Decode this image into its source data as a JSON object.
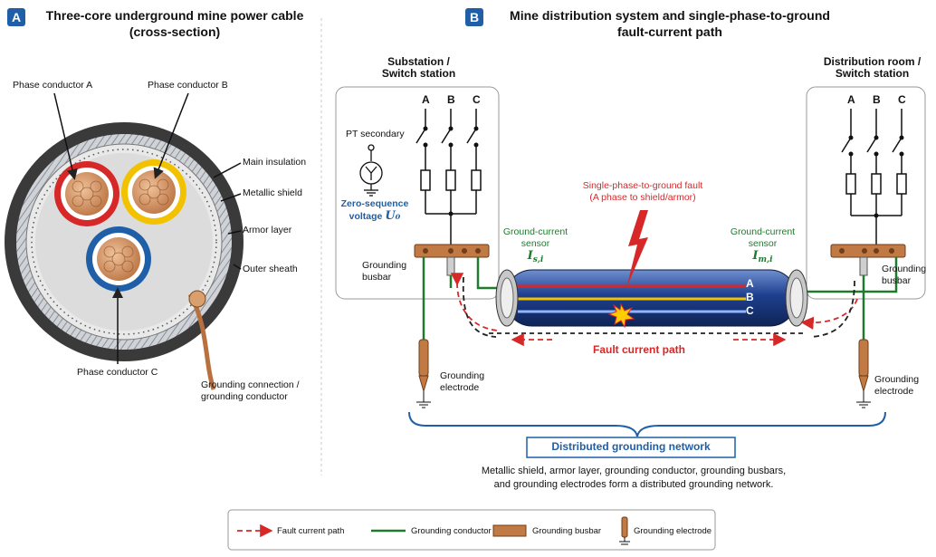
{
  "panel_a": {
    "tag": "A",
    "title_line1": "Three-core underground mine power cable",
    "title_line2": "(cross-section)",
    "labels": {
      "phase_a": "Phase conductor A",
      "phase_b": "Phase conductor B",
      "phase_c": "Phase conductor C",
      "main_insulation": "Main insulation",
      "metallic_shield": "Metallic shield",
      "armor_layer": "Armor layer",
      "outer_sheath": "Outer sheath",
      "grounding_line1": "Grounding connection /",
      "grounding_line2": "grounding conductor"
    }
  },
  "panel_b": {
    "tag": "B",
    "title_line1": "Mine distribution system and single-phase-to-ground",
    "title_line2": "fault-current path",
    "substation_line1": "Substation /",
    "substation_line2": "Switch station",
    "distroom_line1": "Distribution room /",
    "distroom_line2": "Switch station",
    "phases": [
      "A",
      "B",
      "C"
    ],
    "pt_secondary": "PT secondary",
    "zero_seq_line1": "Zero-sequence",
    "zero_seq_line2": "voltage",
    "zero_seq_sym": "U₀",
    "fault_line1": "Single-phase-to-ground fault",
    "fault_line2": "(A phase to shield/armor)",
    "sensor_left_line1": "Ground-current",
    "sensor_left_line2": "sensor",
    "sensor_left_sym": "I",
    "sensor_left_sub": "s,i",
    "sensor_right_line1": "Ground-current",
    "sensor_right_line2": "sensor",
    "sensor_right_sym": "I",
    "sensor_right_sub": "m,i",
    "busbar_line1": "Grounding",
    "busbar_line2": "busbar",
    "electrode_line1": "Grounding",
    "electrode_line2": "electrode",
    "fault_path": "Fault current path",
    "network_title": "Distributed grounding network",
    "network_desc_line1": "Metallic shield, armor layer, grounding conductor, grounding busbars,",
    "network_desc_line2": "and grounding electrodes form a distributed grounding network."
  },
  "legend": {
    "fault_path": "Fault current path",
    "grounding_conductor": "Grounding conductor",
    "grounding_busbar": "Grounding busbar",
    "grounding_electrode": "Grounding electrode"
  },
  "colors": {
    "phase_a": "#d62828",
    "phase_b": "#f2c200",
    "phase_c": "#1f5fa8",
    "copper": "#c98a5e",
    "ground_green": "#1f7a2e",
    "fault_red": "#d62828",
    "accent_blue": "#1f5fa8"
  }
}
